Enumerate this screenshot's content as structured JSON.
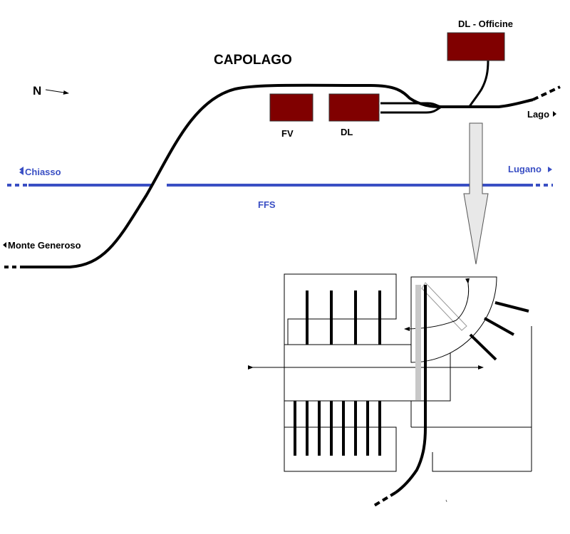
{
  "title": "CAPOLAGO",
  "north_label": "N",
  "buildings": {
    "officine": "DL - Officine",
    "fv": "FV",
    "dl": "DL"
  },
  "destinations": {
    "lago": "Lago",
    "chiasso": "Chiasso",
    "lugano": "Lugano",
    "monte_generoso": "Monte Generoso"
  },
  "ffs_label": "FFS",
  "colors": {
    "building_fill": "#800000",
    "ffs_line": "#3a4fc4",
    "track": "#000000",
    "arrow_fill": "#e8e8e8",
    "track_shadow": "#c8c8c8"
  }
}
